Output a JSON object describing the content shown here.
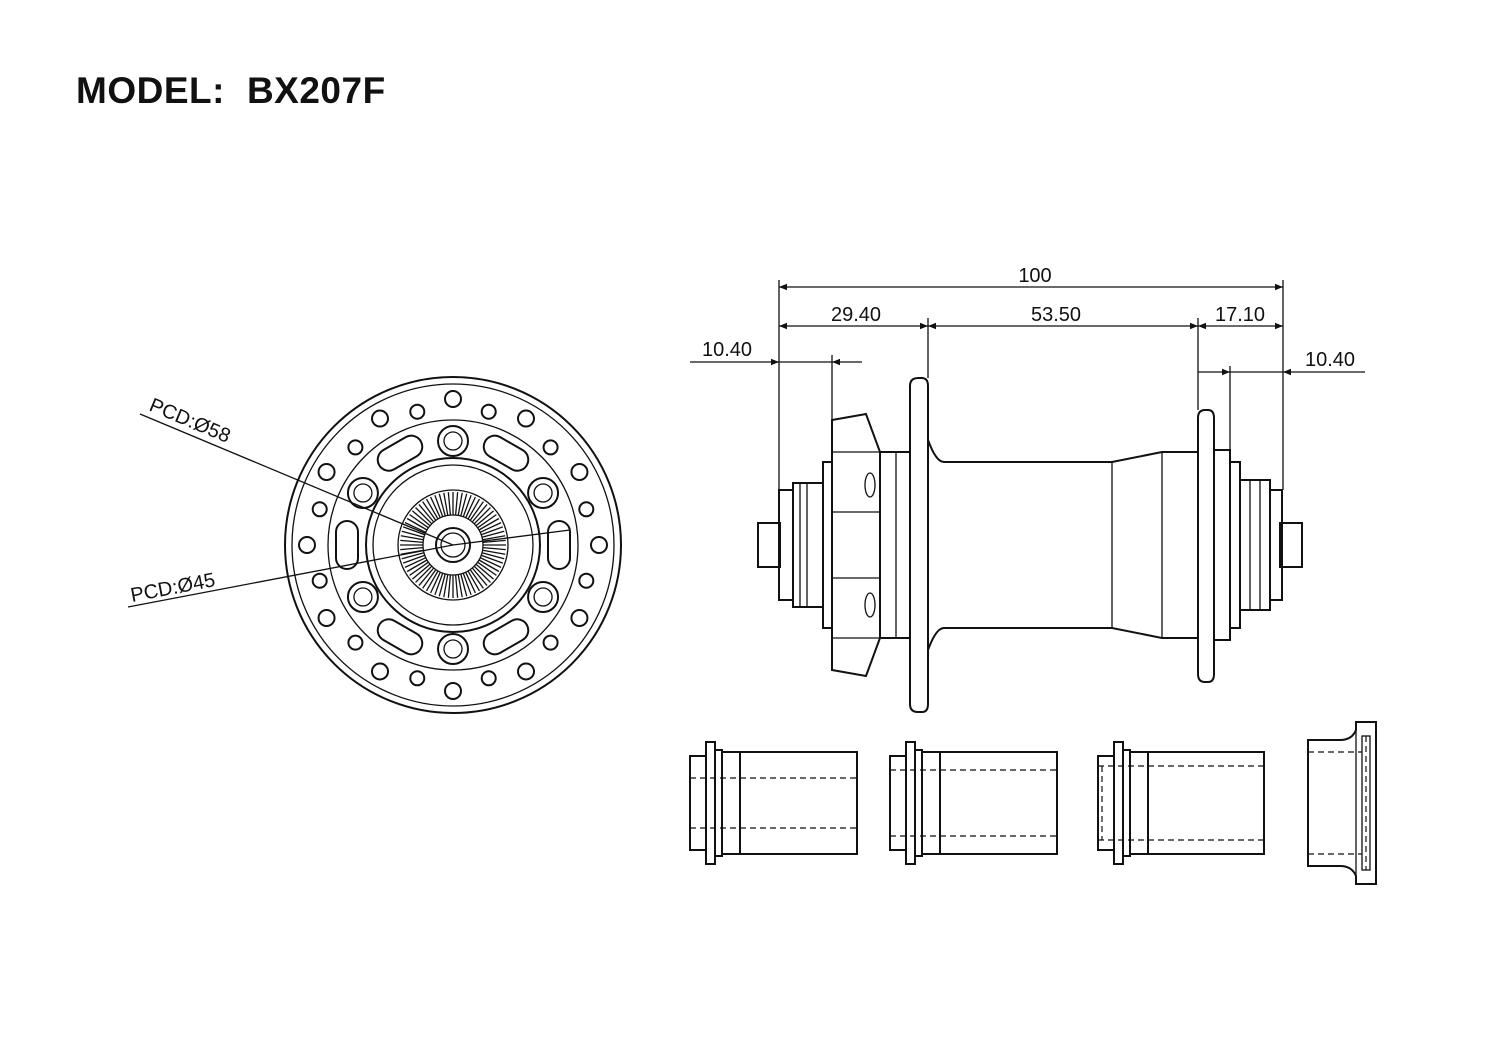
{
  "title": {
    "label": "MODEL:",
    "model": "BX207F"
  },
  "front_view": {
    "pcd_outer_label": "PCD:Ø58",
    "pcd_inner_label": "PCD:Ø45"
  },
  "side_view": {
    "dimensions": {
      "overall": "100",
      "left_flange": "29.40",
      "flange_spacing": "53.50",
      "right_flange": "17.10",
      "left_endcap": "10.40",
      "right_endcap": "10.40"
    }
  },
  "adapters": {
    "count": 4
  },
  "colors": {
    "line": "#111111",
    "background": "#ffffff"
  }
}
